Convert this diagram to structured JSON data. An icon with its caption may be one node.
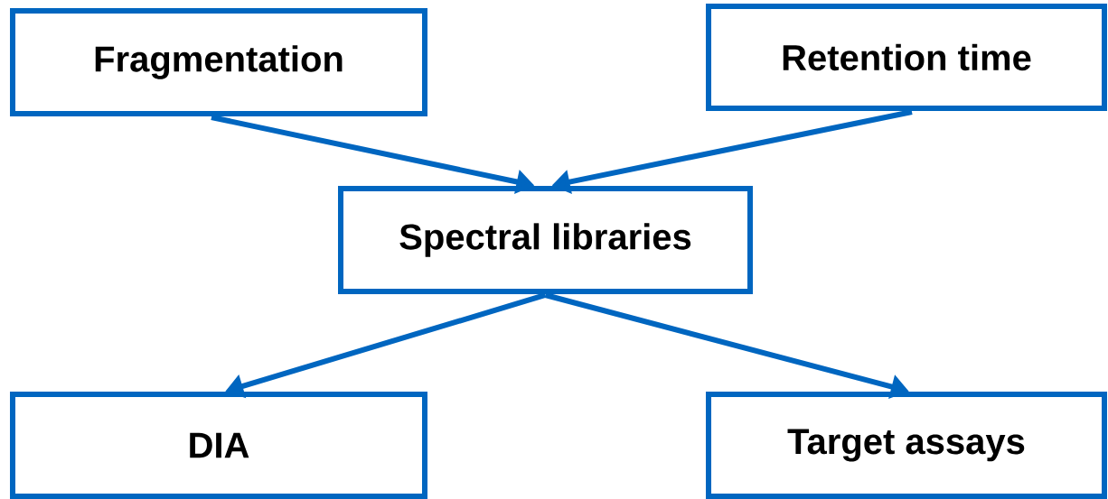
{
  "diagram": {
    "nodes": [
      {
        "text": [
          "Fragmentation"
        ]
      },
      {
        "text": [
          "Retention time"
        ]
      },
      {
        "text": [
          "Spectral libraries"
        ]
      },
      {
        "text": [
          "DIA"
        ]
      },
      {
        "text": [
          "Target assays"
        ]
      }
    ],
    "edges": [
      {
        "from": 0,
        "to": 2,
        "arrow": "to"
      },
      {
        "from": 1,
        "to": 2,
        "arrow": "to"
      },
      {
        "from": 2,
        "to": 3,
        "arrow": "to"
      },
      {
        "from": 2,
        "to": 4,
        "arrow": "to"
      }
    ]
  }
}
